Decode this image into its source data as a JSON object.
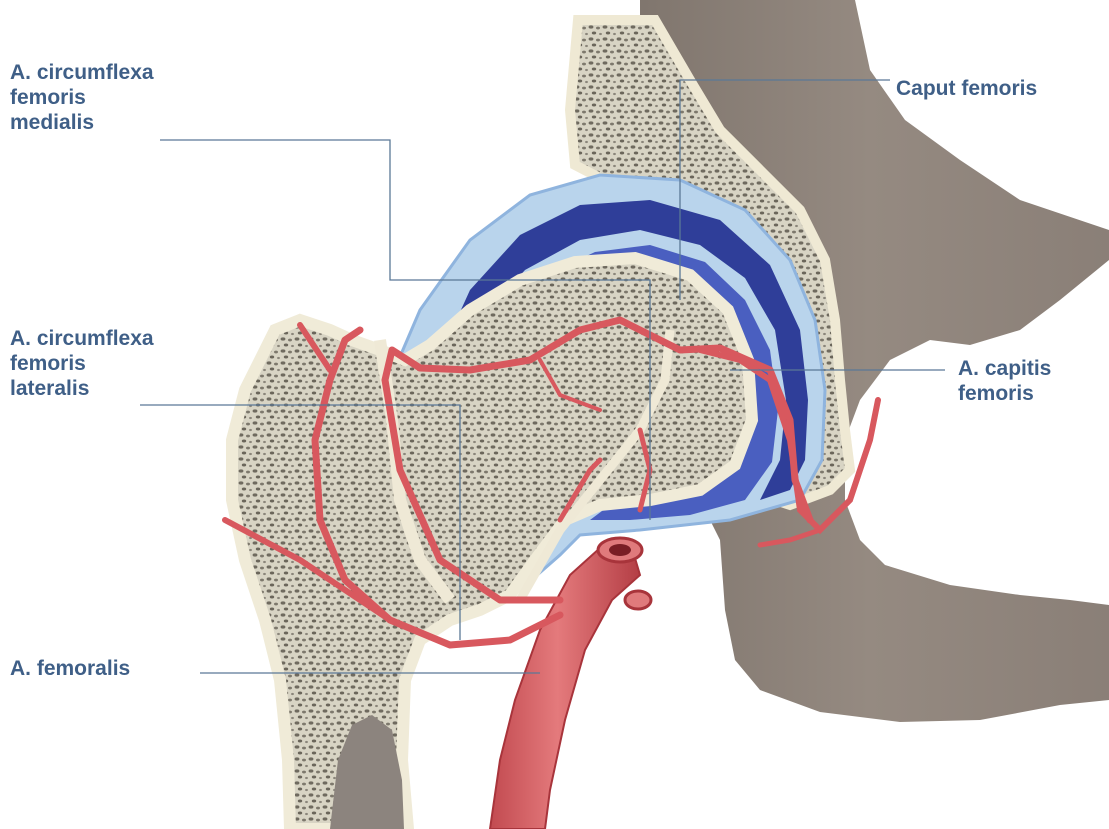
{
  "labels": {
    "medialis": [
      "A. circumflexa",
      "femoris",
      "medialis"
    ],
    "lateralis": [
      "A. circumflexa",
      "femoris",
      "lateralis"
    ],
    "femoralis": [
      "A. femoralis"
    ],
    "caput": [
      "Caput femoris"
    ],
    "capitis": [
      "A. capitis",
      "femoris"
    ]
  },
  "colors": {
    "label_text": "#3f5f87",
    "leader_line": "#5a7896",
    "artery": "#d8585e",
    "artery_dark": "#b03a40",
    "cancellous_bone": "#b9b6a8",
    "cortex": "#ece8d6",
    "cartilage": "#2f3e99",
    "synovium": "#a8c8e8",
    "pelvis": "#8f847c"
  }
}
